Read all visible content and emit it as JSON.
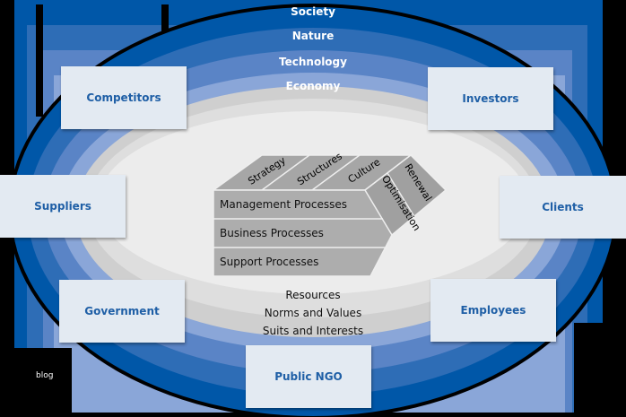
{
  "rings": [
    "Society",
    "Nature",
    "Technology",
    "Economy"
  ],
  "inner_rings": [
    "Resources",
    "Norms and Values",
    "Suits and Interests"
  ],
  "stakeholders": {
    "competitors": "Competitors",
    "investors": "Investors",
    "suppliers": "Suppliers",
    "clients": "Clients",
    "government": "Government",
    "employees": "Employees",
    "public_ngo": "Public NGO"
  },
  "core": {
    "top": [
      "Strategy",
      "Structures",
      "Culture"
    ],
    "side": [
      "Optimisation",
      "Renewal"
    ],
    "rows": [
      "Management Processes",
      "Business Processes",
      "Support Processes"
    ]
  },
  "watermark": "blog",
  "colors": {
    "ring1": "#0057a8",
    "ring2": "#2e6db6",
    "ring3": "#5a84c6",
    "ring4": "#8aa6d8",
    "grey1": "#cfcfcf",
    "grey2": "#dedede",
    "grey3": "#ececec",
    "box_text": "#1f5fa6"
  }
}
